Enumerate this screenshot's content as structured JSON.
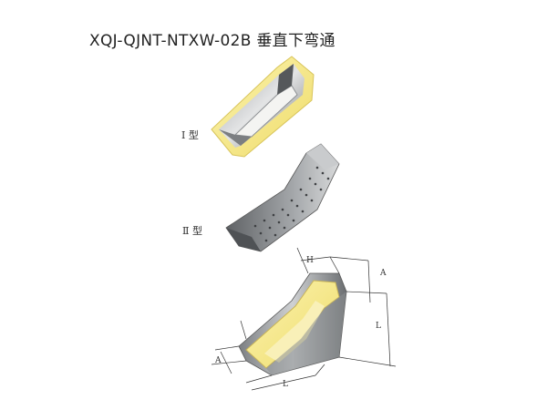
{
  "document": {
    "title": "XQJ-QJNT-NTXW-02B 垂直下弯通",
    "variants": [
      {
        "label": "Ⅰ 型"
      },
      {
        "label": "Ⅱ 型"
      }
    ],
    "dimensions": {
      "height_label": "H",
      "width_label_right": "A",
      "length_label_right": "L",
      "width_label_left": "A",
      "length_label_bottom": "L"
    }
  }
}
